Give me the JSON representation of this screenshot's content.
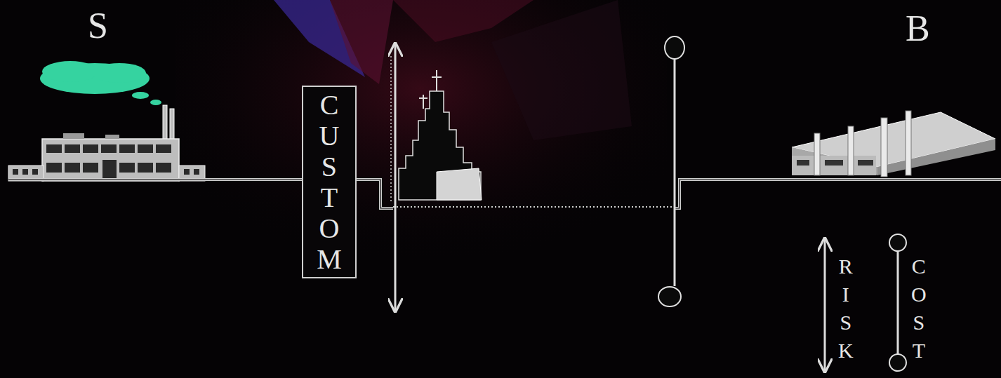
{
  "diagram": {
    "nodes": [
      {
        "text": [
          "CUSTOM"
        ]
      }
    ],
    "labels": [
      "S",
      "B"
    ],
    "legend": [
      {
        "text": "RISK"
      },
      {
        "text": "COST"
      }
    ]
  }
}
